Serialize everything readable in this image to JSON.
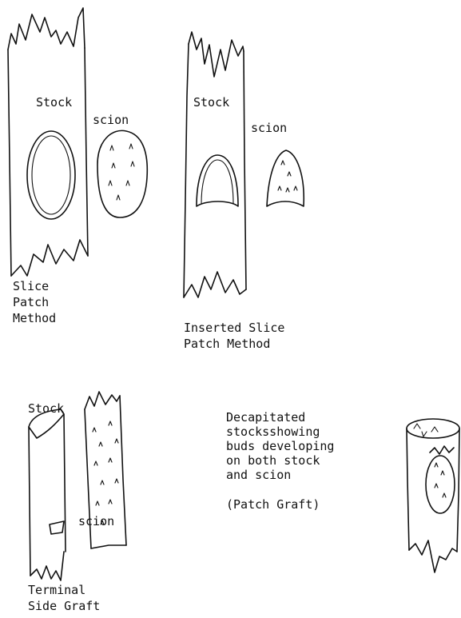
{
  "labels": {
    "slice_patch": {
      "stock": "Stock",
      "scion": "scion",
      "caption": [
        "Slice",
        "Patch",
        "Method"
      ]
    },
    "inserted_slice": {
      "stock": "Stock",
      "scion": "scion",
      "caption": [
        "Inserted Slice",
        "Patch Method"
      ]
    },
    "terminal_side": {
      "stock": "Stock",
      "scion": "scion",
      "caption": [
        "Terminal",
        "Side Graft"
      ]
    },
    "decapitated": {
      "text": [
        "Decapitated",
        "stocksshowing",
        "buds developing",
        "on both stock",
        "and scion"
      ],
      "caption": "(Patch Graft)"
    }
  }
}
